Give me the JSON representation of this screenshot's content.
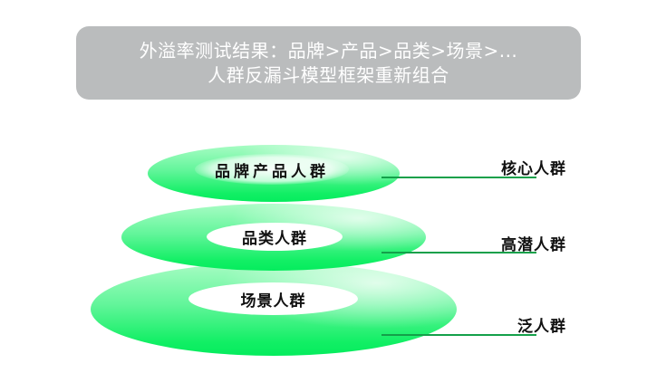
{
  "title": {
    "line1": "外溢率测试结果：品牌>产品>品类>场景>...",
    "line2": "人群反漏斗模型框架重新组合",
    "background_color": "#babcbd",
    "text_color": "#ffffff"
  },
  "funnel": {
    "layers": [
      {
        "inner_label": "品牌产品人群",
        "side_label": "核心人群"
      },
      {
        "inner_label": "品类人群",
        "side_label": "高潜人群"
      },
      {
        "inner_label": "场景人群",
        "side_label": "泛人群"
      }
    ],
    "colors": {
      "ellipse_top": "#a8fcc4",
      "ellipse_bottom": "#05ec5d",
      "leader_line": "#14a04a"
    }
  }
}
